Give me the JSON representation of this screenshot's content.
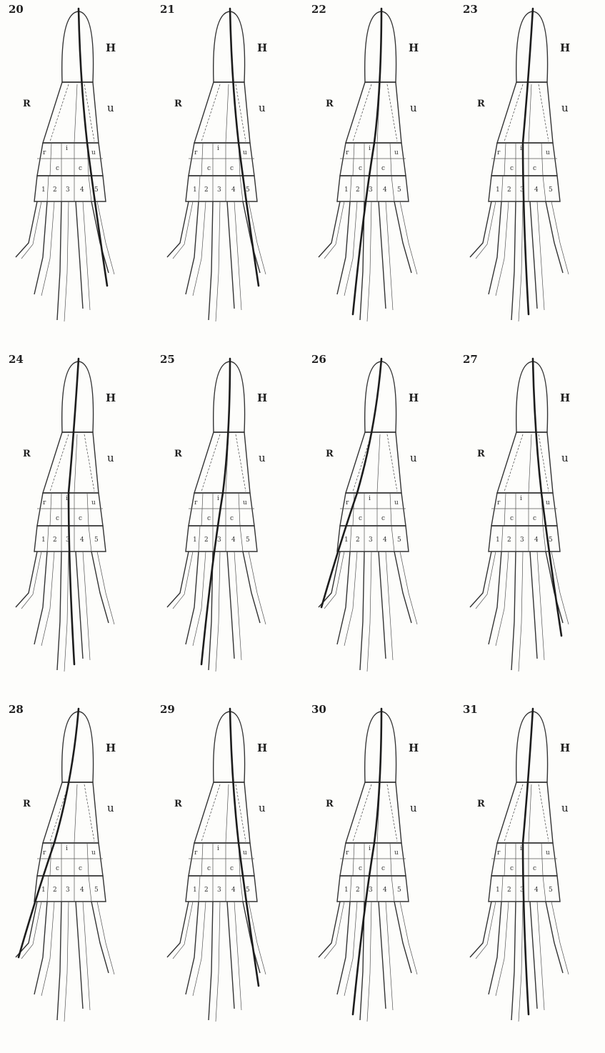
{
  "figures": [
    {
      "number": "20",
      "axis": "ulnar"
    },
    {
      "number": "21",
      "axis": "ulnar"
    },
    {
      "number": "22",
      "axis": "mid"
    },
    {
      "number": "23",
      "axis": "center"
    },
    {
      "number": "24",
      "axis": "center"
    },
    {
      "number": "25",
      "axis": "mid"
    },
    {
      "number": "26",
      "axis": "radial"
    },
    {
      "number": "27",
      "axis": "ulnar"
    },
    {
      "number": "28",
      "axis": "radial"
    },
    {
      "number": "29",
      "axis": "ulnar"
    },
    {
      "number": "30",
      "axis": "mid"
    },
    {
      "number": "31",
      "axis": "center"
    }
  ],
  "labels": {
    "humerus": "H",
    "radius": "R",
    "ulna": "u"
  },
  "carpal_labels": {
    "r": "r",
    "i": "i",
    "c": "c",
    "u": "u",
    "d1": "1",
    "d2": "2",
    "d3": "3",
    "d4": "4",
    "d5": "5"
  }
}
